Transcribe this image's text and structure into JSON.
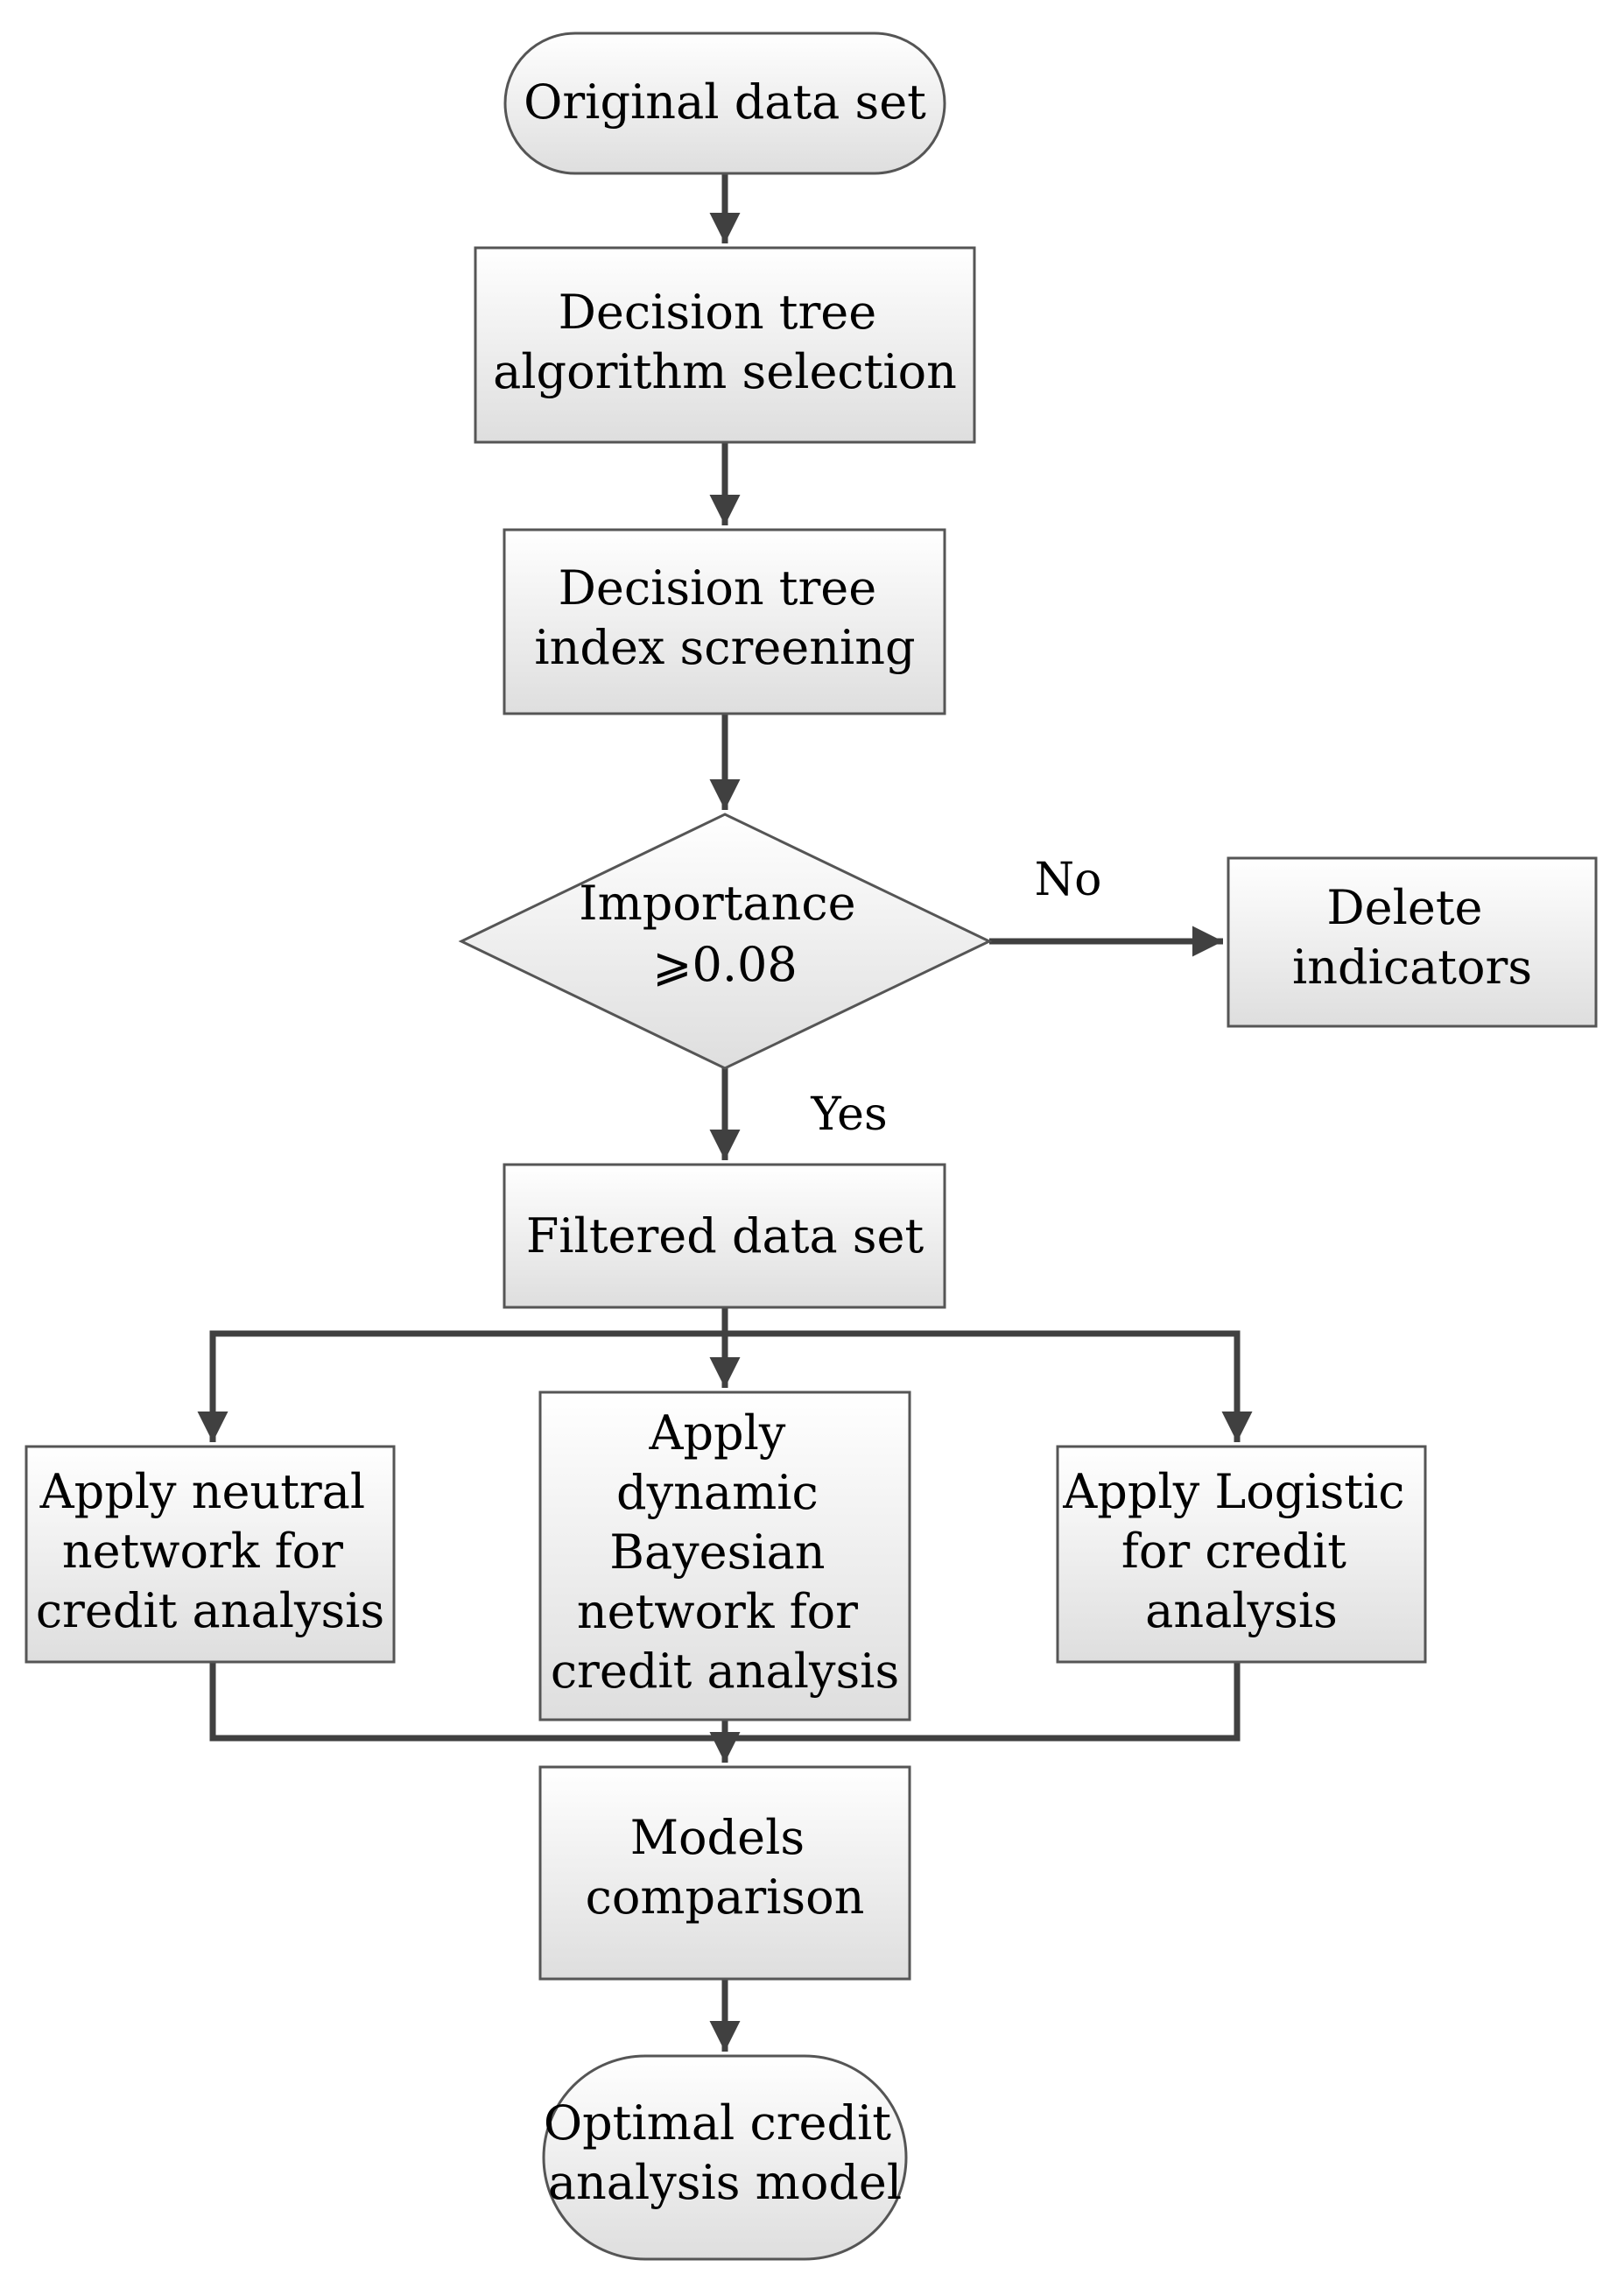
{
  "diagram": {
    "nodes": {
      "start": {
        "lines": [
          "Original data set"
        ]
      },
      "algorithm": {
        "lines": [
          "Decision tree",
          "algorithm selection"
        ]
      },
      "screening": {
        "lines": [
          "Decision tree",
          "index screening"
        ]
      },
      "decision": {
        "lines": [
          "Importance",
          "⩾0.08"
        ]
      },
      "delete": {
        "lines": [
          "Delete",
          "indicators"
        ]
      },
      "filtered": {
        "lines": [
          "Filtered data set"
        ]
      },
      "neural": {
        "lines": [
          "Apply neutral",
          "network for",
          "credit analysis"
        ]
      },
      "bayesian": {
        "lines": [
          "Apply",
          "dynamic",
          "Bayesian",
          "network for",
          "credit analysis"
        ]
      },
      "logistic": {
        "lines": [
          "Apply Logistic",
          "for credit",
          "analysis"
        ]
      },
      "comparison": {
        "lines": [
          "Models",
          "comparison"
        ]
      },
      "optimal": {
        "lines": [
          "Optimal credit",
          "analysis model"
        ]
      }
    },
    "edge_labels": {
      "no": "No",
      "yes": "Yes"
    },
    "colors": {
      "stroke": "#404040",
      "box_border": "#555555",
      "gradient_top": "#ffffff",
      "gradient_bottom": "#dedede"
    }
  }
}
